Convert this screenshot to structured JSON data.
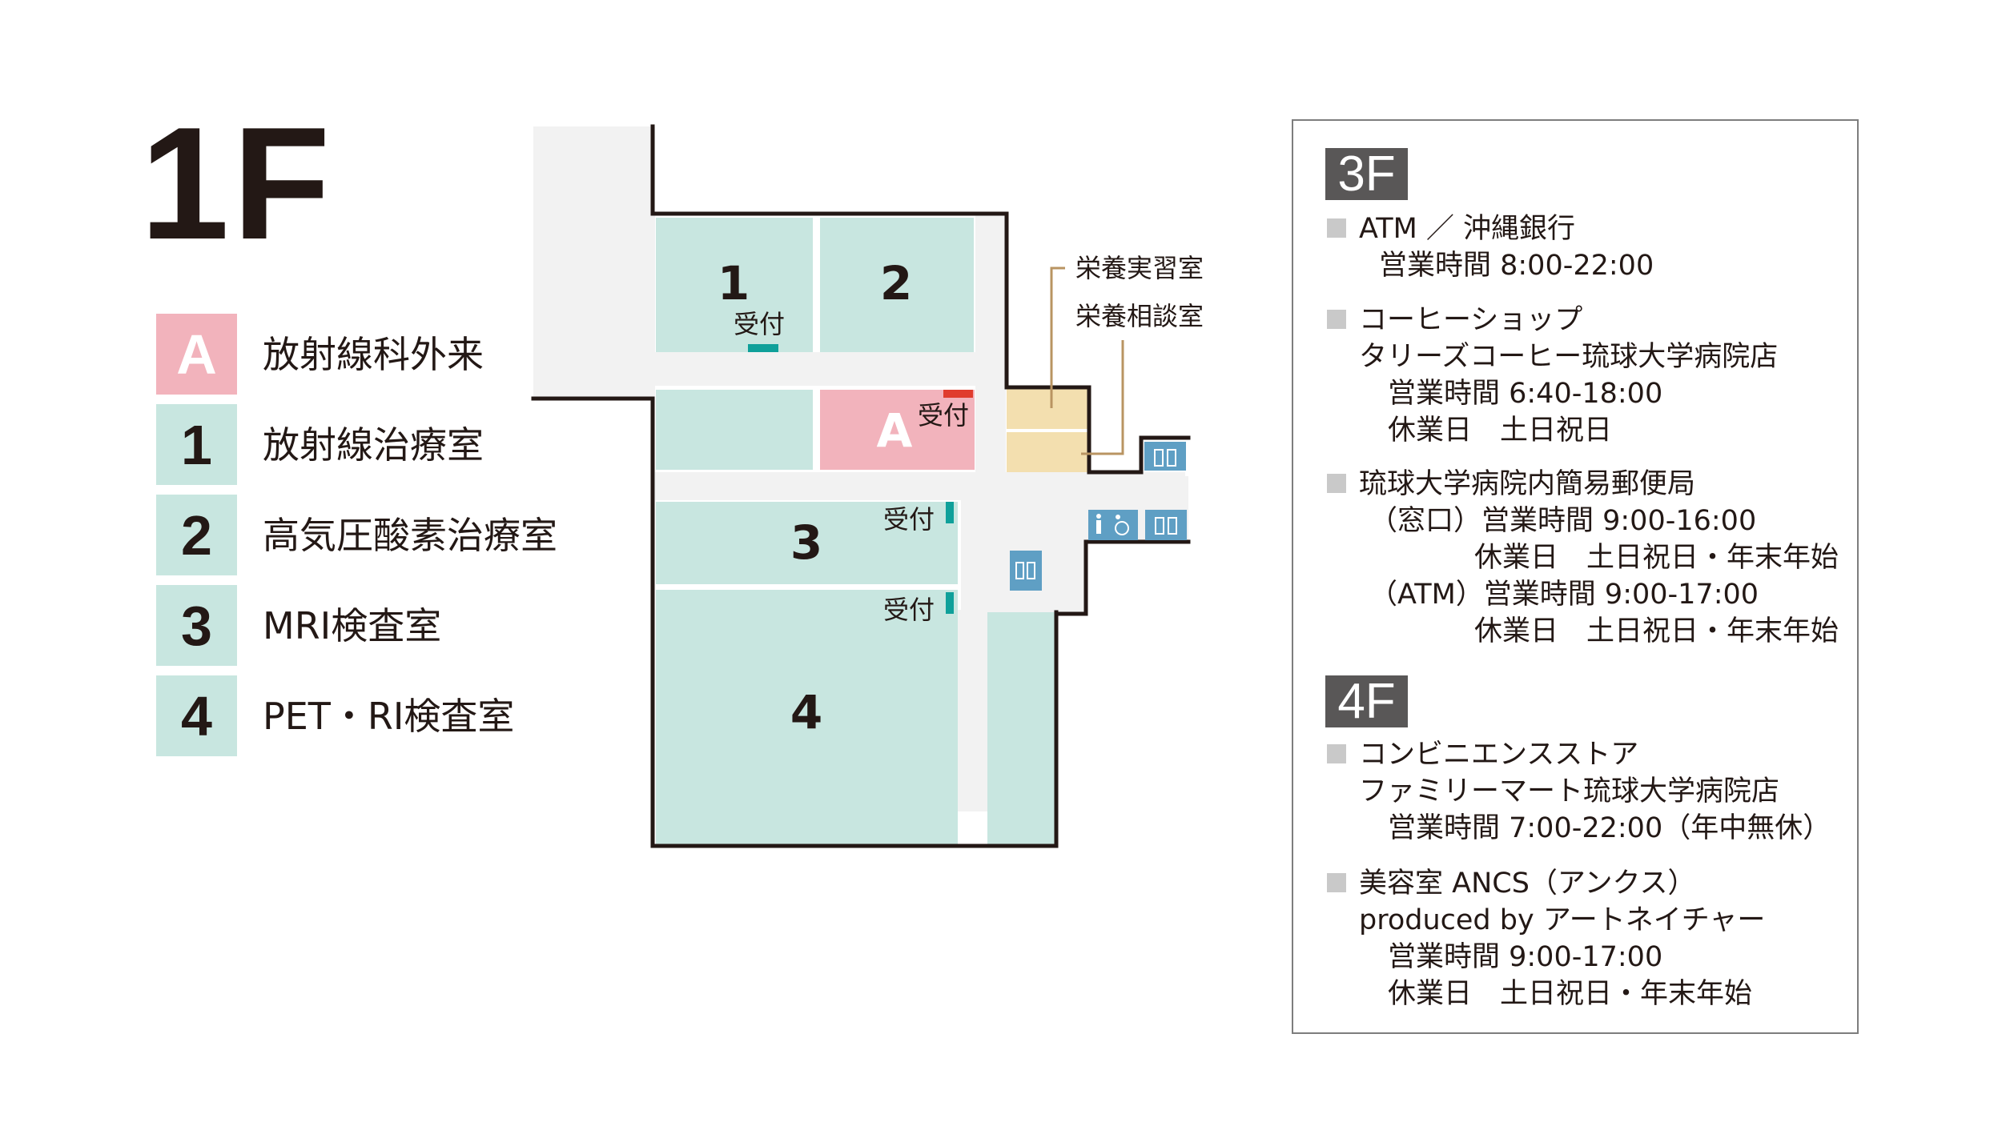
{
  "floor": "1F",
  "colors": {
    "teal_room": "#c8e6e0",
    "pink_room": "#f2b3bc",
    "beige_room": "#f3dfaf",
    "corridor": "#f2f2f2",
    "wall": "#231815",
    "accent_teal": "#0fa09a",
    "accent_red": "#e03c2e",
    "leader_line": "#b99462",
    "icon_blue": "#5f9fc4"
  },
  "legend": [
    {
      "key": "A",
      "label": "放射線科外来",
      "color": "#f2b3bc"
    },
    {
      "key": "1",
      "label": "放射線治療室",
      "color": "#c8e6e0"
    },
    {
      "key": "2",
      "label": "高気圧酸素治療室",
      "color": "#c8e6e0"
    },
    {
      "key": "3",
      "label": "MRI検査室",
      "color": "#c8e6e0"
    },
    {
      "key": "4",
      "label": "PET・RI検査室",
      "color": "#c8e6e0"
    }
  ],
  "map": {
    "room_labels": {
      "r1": "1",
      "r2": "2",
      "rA": "A",
      "r3": "3",
      "r4": "4"
    },
    "reception": "受付",
    "callouts": [
      "栄養実習室",
      "栄養相談室"
    ],
    "icons": [
      "elevator-icon",
      "restroom-icon",
      "wheelchair-icon"
    ]
  },
  "info": {
    "floors": [
      {
        "tag": "3F",
        "lines": [
          "ATM ／ 沖縄銀行",
          "営業時間 8:00-22:00",
          "コーヒーショップ",
          "タリーズコーヒー琉球大学病院店",
          "営業時間 6:40-18:00",
          "休業日　土日祝日",
          "琉球大学病院内簡易郵便局",
          "（窓口）営業時間 9:00-16:00",
          "休業日　土日祝日・年末年始",
          "（ATM）営業時間 9:00-17:00",
          "休業日　土日祝日・年末年始"
        ]
      },
      {
        "tag": "4F",
        "lines": [
          "コンビニエンスストア",
          "ファミリーマート琉球大学病院店",
          "営業時間 7:00-22:00（年中無休）",
          "美容室 ANCS（アンクス）",
          "produced by アートネイチャー",
          "営業時間 9:00-17:00",
          "休業日　土日祝日・年末年始"
        ]
      }
    ]
  }
}
